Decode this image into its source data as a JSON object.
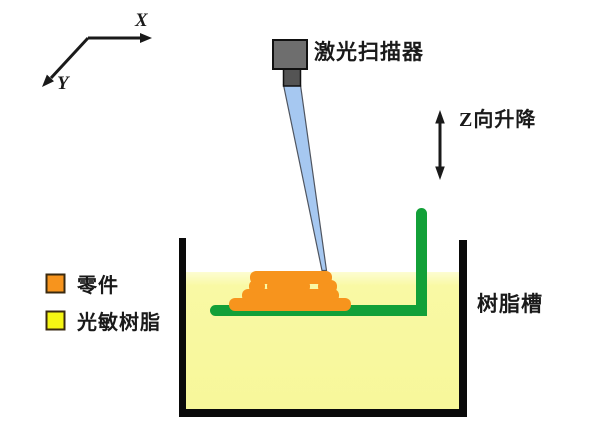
{
  "colors": {
    "background": "#ffffff",
    "ink": "#1a1a1a",
    "scanner_body": "#6e6e6e",
    "scanner_neck": "#545454",
    "beam_fill": "#a6c8f1",
    "beam_outline": "#4f5560",
    "part_orange": "#f7941d",
    "platform_green": "#12a038",
    "resin_surface_light": "#fdfdd2",
    "resin_yellow": "#f9f9a4",
    "resin_yellow_deep": "#f7f79a",
    "legend_yellow": "#f6f614",
    "legend_swatch_border": "#3a2a10",
    "tank_wall_black": "#0a0a0a"
  },
  "axes": {
    "x": "X",
    "y": "Y"
  },
  "labels": {
    "scanner": "激光扫描器",
    "z_lift": "Z向升降",
    "tank": "树脂槽"
  },
  "legend": {
    "items": [
      {
        "label": "零件"
      },
      {
        "label": "光敏树脂"
      }
    ]
  }
}
